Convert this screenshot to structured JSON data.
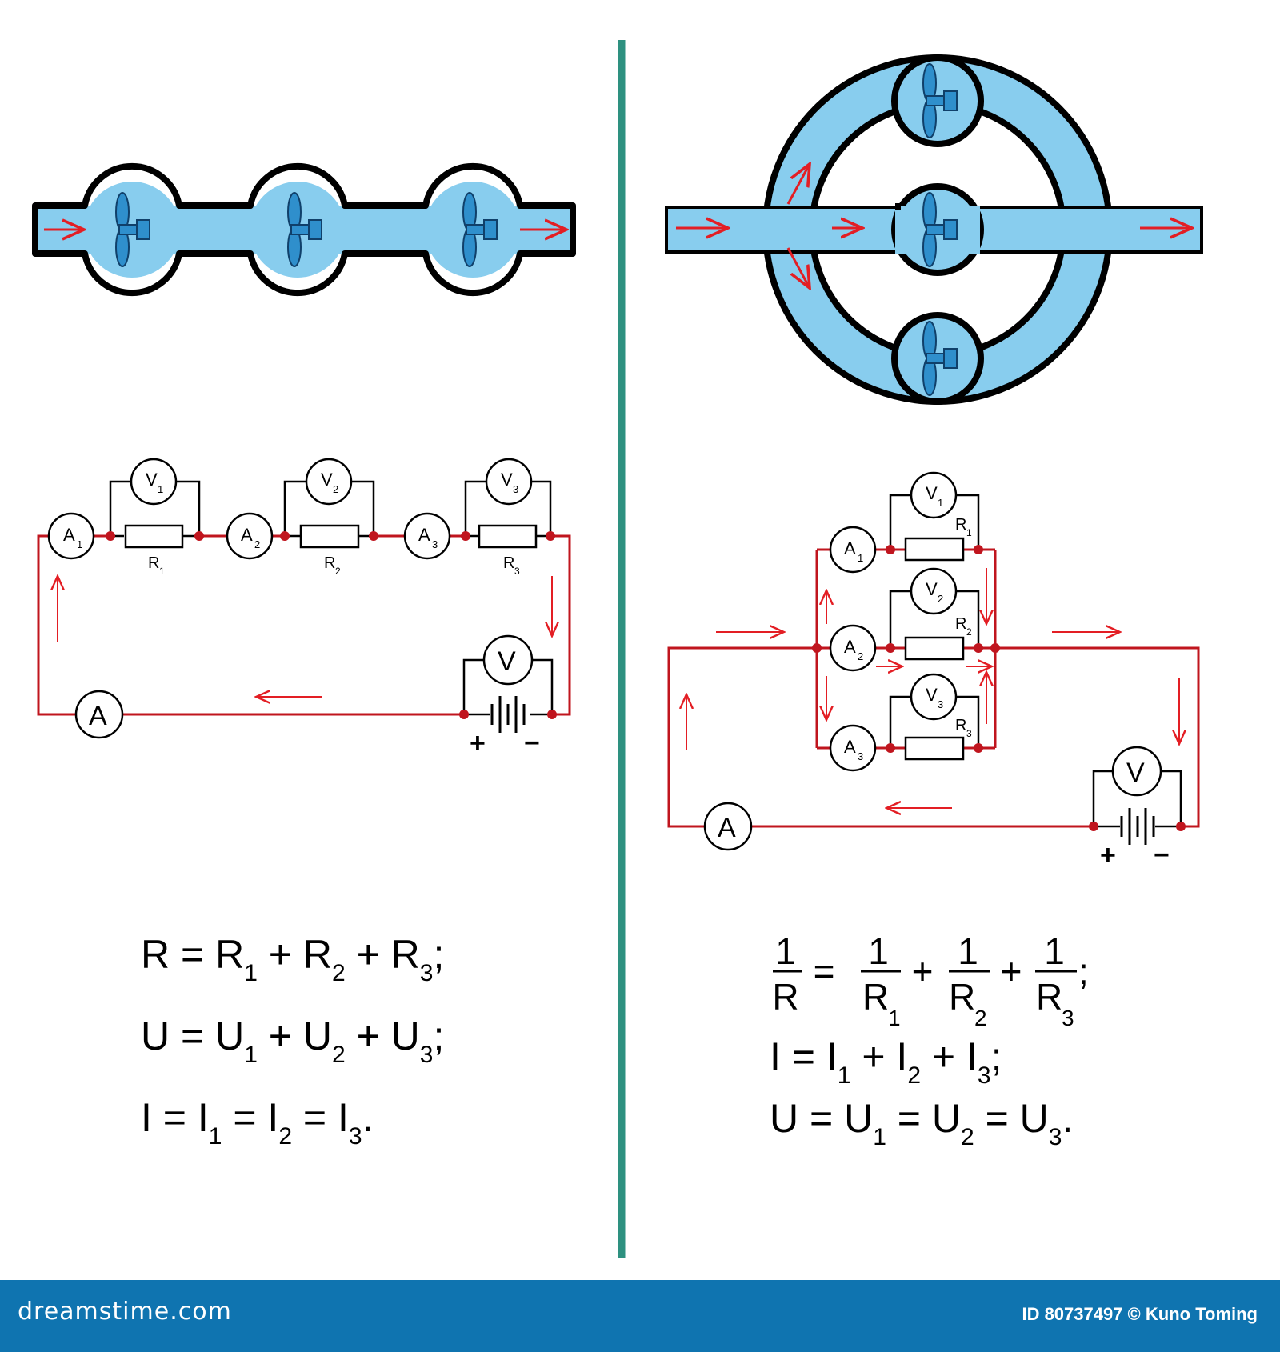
{
  "series": {
    "ammeters": [
      "A",
      "1",
      "A",
      "2",
      "A",
      "3"
    ],
    "voltmeters": [
      "V",
      "1",
      "V",
      "2",
      "V",
      "3"
    ],
    "resistors": [
      "R",
      "1",
      "R",
      "2",
      "R",
      "3"
    ],
    "main_ammeter": "A",
    "main_voltmeter": "V",
    "battery_plus": "+",
    "battery_minus": "−",
    "formulas": {
      "resistance": [
        "R = R",
        "1",
        " + R",
        "2",
        " + R",
        "3",
        ";"
      ],
      "voltage": [
        "U = U",
        "1",
        " + U",
        "2",
        " + U",
        "3",
        ";"
      ],
      "current": [
        "I = I",
        "1",
        " = I",
        "2",
        " = I",
        "3",
        "."
      ]
    }
  },
  "parallel": {
    "ammeters": [
      "A",
      "1",
      "A",
      "2",
      "A",
      "3"
    ],
    "voltmeters": [
      "V",
      "1",
      "V",
      "2",
      "V",
      "3"
    ],
    "resistors": [
      "R",
      "1",
      "R",
      "2",
      "R",
      "3"
    ],
    "main_ammeter": "A",
    "main_voltmeter": "V",
    "battery_plus": "+",
    "battery_minus": "−",
    "formulas": {
      "resistance": {
        "numerator": "1",
        "lhs_denominator": "R",
        "terms": [
          {
            "denominator": "R",
            "sub": "1"
          },
          {
            "denominator": "R",
            "sub": "2"
          },
          {
            "denominator": "R",
            "sub": "3"
          }
        ],
        "equals": "=",
        "plus": "+",
        "end": ";"
      },
      "current": [
        "I = I",
        "1",
        " + I",
        "2",
        " + I",
        "3",
        ";"
      ],
      "voltage": [
        "U = U",
        "1",
        " = U",
        "2",
        " = U",
        "3",
        "."
      ]
    }
  },
  "footer": {
    "brand": "dreamstime.com",
    "credit": "ID 80737497 © Kuno Toming"
  },
  "colors": {
    "pipe_fill": "#88cdee",
    "fan_blue": "#2f8fcc",
    "wire_red": "#c0151e",
    "arrow_red": "#e31e24",
    "divider": "#2e9180",
    "footer_bg": "#0f74b0"
  }
}
